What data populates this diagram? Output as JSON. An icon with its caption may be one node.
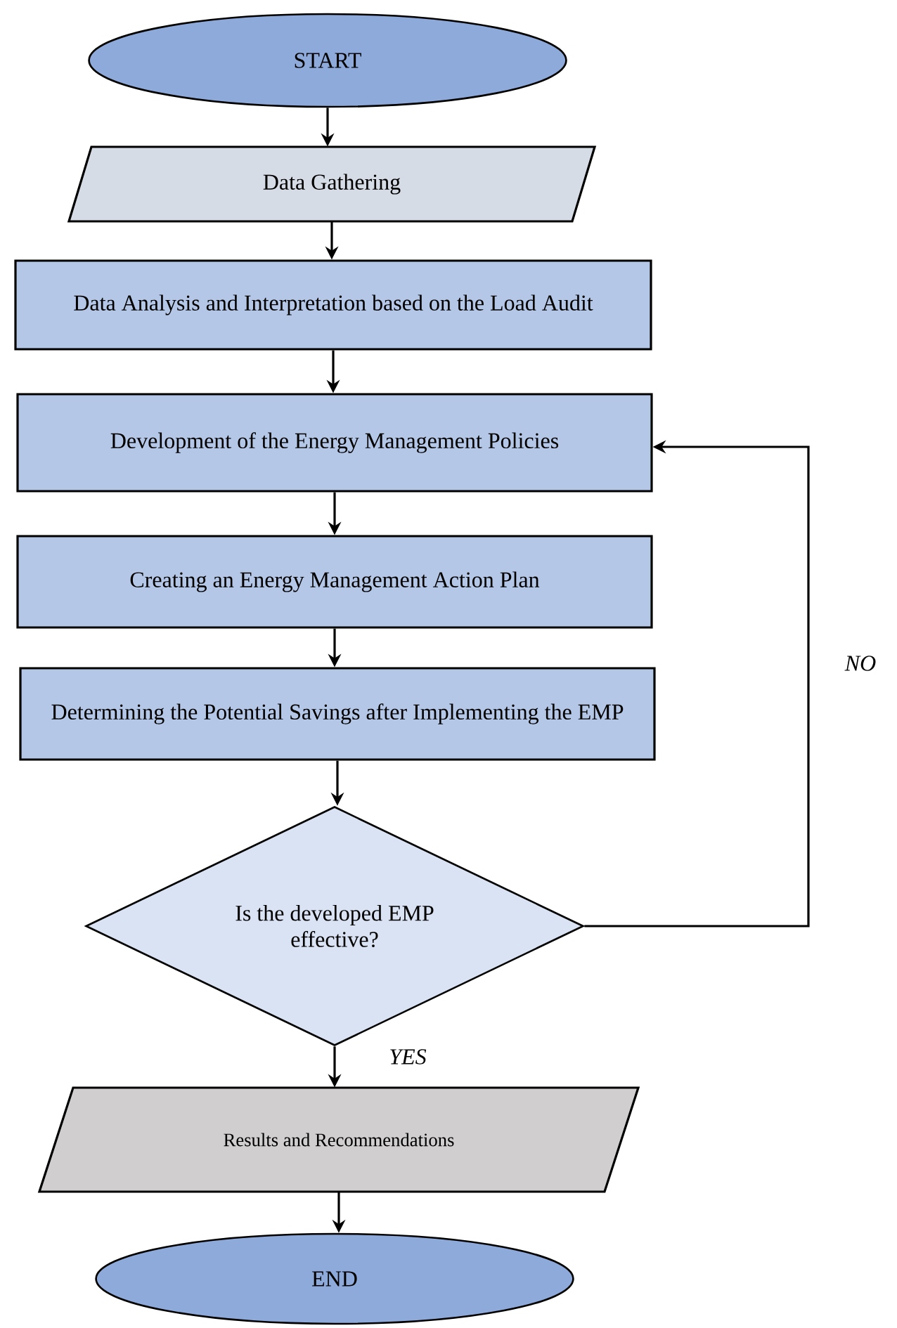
{
  "diagram": {
    "nodes": [
      {
        "text": [
          "START"
        ]
      },
      {
        "text": [
          "Data Gathering"
        ]
      },
      {
        "text": [
          "Data Analysis and Interpretation based on the Load Audit"
        ]
      },
      {
        "text": [
          "Development of the Energy Management Policies"
        ]
      },
      {
        "text": [
          "Creating an Energy Management Action Plan"
        ]
      },
      {
        "text": [
          "Determining the Potential Savings after Implementing the EMP"
        ]
      },
      {
        "text": [
          "Is the developed EMP effective?"
        ]
      },
      {
        "text": [
          "Results and Recommendations"
        ]
      },
      {
        "text": [
          "END"
        ]
      }
    ],
    "edges": [
      {
        "from": 0,
        "to": 1,
        "arrow": "to"
      },
      {
        "from": 1,
        "to": 2,
        "arrow": "to"
      },
      {
        "from": 2,
        "to": 3,
        "arrow": "to"
      },
      {
        "from": 3,
        "to": 4,
        "arrow": "to"
      },
      {
        "from": 4,
        "to": 5,
        "arrow": "to"
      },
      {
        "from": 5,
        "to": 6,
        "arrow": "to"
      },
      {
        "from": 6,
        "to": 3,
        "arrow": "to",
        "label": "NO"
      },
      {
        "from": 6,
        "to": 7,
        "arrow": "to",
        "label": "YES"
      },
      {
        "from": 7,
        "to": 8,
        "arrow": "to"
      }
    ]
  }
}
